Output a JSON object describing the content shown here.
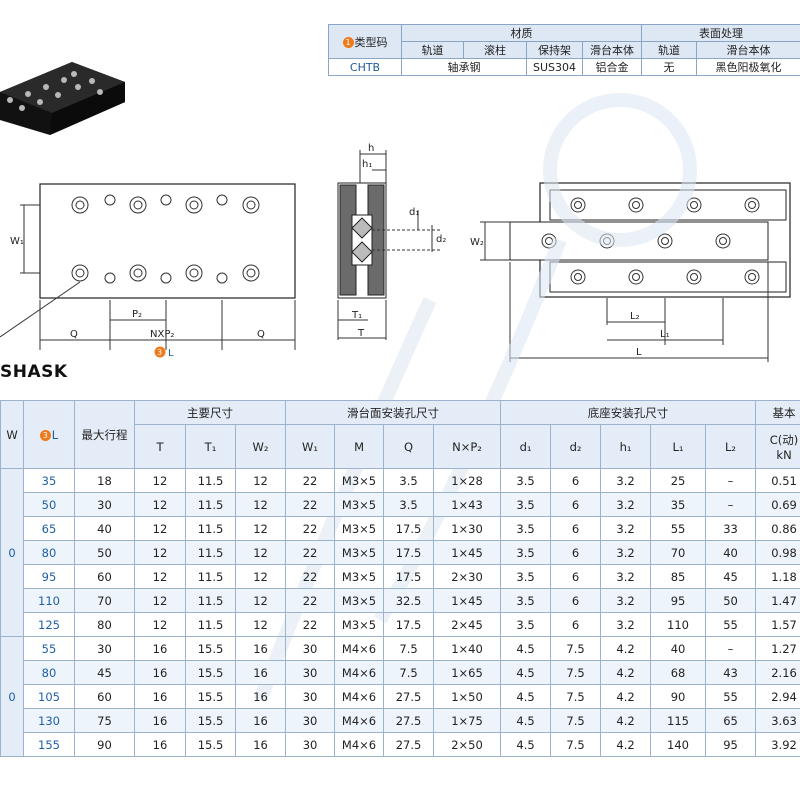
{
  "material_table": {
    "code_header": "类型码",
    "code_marker": "1",
    "material_header": "材质",
    "surface_header": "表面处理",
    "sub_headers": [
      "轨道",
      "滚柱",
      "保持架",
      "滑台本体",
      "轨道",
      "滑台本体"
    ],
    "row": {
      "code": "CHTB",
      "rail_roller": "轴承钢",
      "cage": "SUS304",
      "body": "铝合金",
      "rail_surface": "无",
      "body_surface": "黑色阳极氧化"
    }
  },
  "drawing": {
    "labels": {
      "w1": "W₁",
      "p2": "P₂",
      "q_left": "Q",
      "nxp2": "NXP₂",
      "q_right": "Q",
      "l_marker": "3",
      "l_label": "L",
      "h": "h",
      "h1": "h₁",
      "d1": "d₁",
      "d2": "d₂",
      "w2": "W₂",
      "t1": "T₁",
      "t": "T",
      "l2": "L₂",
      "l1": "L₁",
      "l": "L"
    }
  },
  "section_title": "SHASK",
  "spec_table": {
    "col_w": "W",
    "col_l_marker": "3",
    "col_l": "L",
    "max_stroke": "最大行程",
    "group_main": "主要尺寸",
    "group_slide": "滑台面安装孔尺寸",
    "group_base": "底座安装孔尺寸",
    "group_basic": "基本",
    "sub": [
      "T",
      "T₁",
      "W₂",
      "W₁",
      "M",
      "Q",
      "N×P₂",
      "d₁",
      "d₂",
      "h₁",
      "L₁",
      "L₂",
      "C(动)",
      "kN"
    ],
    "groups": [
      {
        "w": "0",
        "rows": [
          [
            "35",
            "18",
            "12",
            "11.5",
            "12",
            "22",
            "M3×5",
            "3.5",
            "1×28",
            "3.5",
            "6",
            "3.2",
            "25",
            "–",
            "0.51"
          ],
          [
            "50",
            "30",
            "12",
            "11.5",
            "12",
            "22",
            "M3×5",
            "3.5",
            "1×43",
            "3.5",
            "6",
            "3.2",
            "35",
            "–",
            "0.69"
          ],
          [
            "65",
            "40",
            "12",
            "11.5",
            "12",
            "22",
            "M3×5",
            "17.5",
            "1×30",
            "3.5",
            "6",
            "3.2",
            "55",
            "33",
            "0.86"
          ],
          [
            "80",
            "50",
            "12",
            "11.5",
            "12",
            "22",
            "M3×5",
            "17.5",
            "1×45",
            "3.5",
            "6",
            "3.2",
            "70",
            "40",
            "0.98"
          ],
          [
            "95",
            "60",
            "12",
            "11.5",
            "12",
            "22",
            "M3×5",
            "17.5",
            "2×30",
            "3.5",
            "6",
            "3.2",
            "85",
            "45",
            "1.18"
          ],
          [
            "110",
            "70",
            "12",
            "11.5",
            "12",
            "22",
            "M3×5",
            "32.5",
            "1×45",
            "3.5",
            "6",
            "3.2",
            "95",
            "50",
            "1.47"
          ],
          [
            "125",
            "80",
            "12",
            "11.5",
            "12",
            "22",
            "M3×5",
            "17.5",
            "2×45",
            "3.5",
            "6",
            "3.2",
            "110",
            "55",
            "1.57"
          ]
        ]
      },
      {
        "w": "0",
        "rows": [
          [
            "55",
            "30",
            "16",
            "15.5",
            "16",
            "30",
            "M4×6",
            "7.5",
            "1×40",
            "4.5",
            "7.5",
            "4.2",
            "40",
            "–",
            "1.27"
          ],
          [
            "80",
            "45",
            "16",
            "15.5",
            "16",
            "30",
            "M4×6",
            "7.5",
            "1×65",
            "4.5",
            "7.5",
            "4.2",
            "68",
            "43",
            "2.16"
          ],
          [
            "105",
            "60",
            "16",
            "15.5",
            "16",
            "30",
            "M4×6",
            "27.5",
            "1×50",
            "4.5",
            "7.5",
            "4.2",
            "90",
            "55",
            "2.94"
          ],
          [
            "130",
            "75",
            "16",
            "15.5",
            "16",
            "30",
            "M4×6",
            "27.5",
            "1×75",
            "4.5",
            "7.5",
            "4.2",
            "115",
            "65",
            "3.63"
          ],
          [
            "155",
            "90",
            "16",
            "15.5",
            "16",
            "30",
            "M4×6",
            "27.5",
            "2×50",
            "4.5",
            "7.5",
            "4.2",
            "140",
            "95",
            "3.92"
          ]
        ]
      }
    ]
  },
  "colors": {
    "accent": "#f07a1a",
    "header_bg": "#e4edf7",
    "link_blue": "#1f5fa8",
    "grid": "#9bb3cc"
  }
}
